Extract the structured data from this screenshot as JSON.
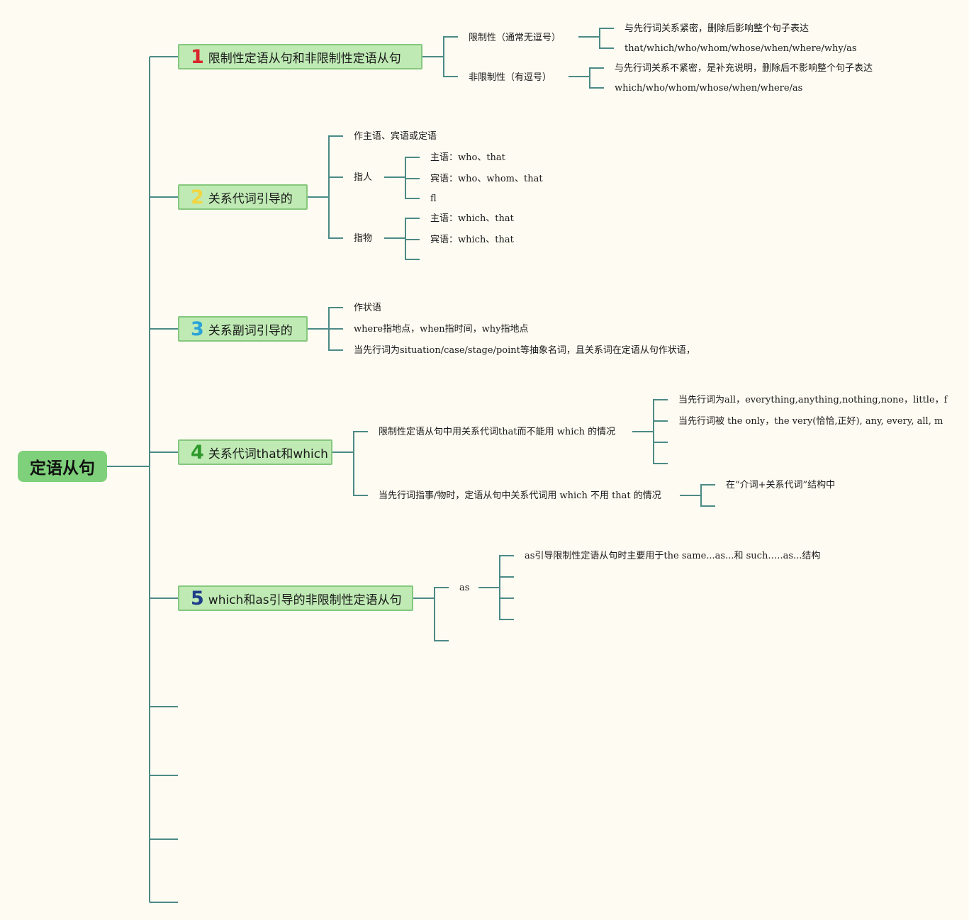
{
  "root": {
    "title": "定语从句"
  },
  "branches": [
    {
      "num": "1",
      "num_color": "#d9262c",
      "label": "限制性定语从句和非限制性定语从句"
    },
    {
      "num": "2",
      "num_color": "#f0d642",
      "label": "关系代词引导的"
    },
    {
      "num": "3",
      "num_color": "#2aa3d8",
      "label": "关系副词引导的"
    },
    {
      "num": "4",
      "num_color": "#2f9a2c",
      "label": "关系代词that和which"
    },
    {
      "num": "5",
      "num_color": "#1d3d8a",
      "label": "which和as引导的非限制性定语从句"
    }
  ],
  "b1": {
    "restrictive": "限制性（通常无逗号）",
    "restrictive_items": [
      "与先行词关系紧密，删除后影响整个句子表达",
      "that/which/who/whom/whose/when/where/why/as"
    ],
    "nonrestrictive": "非限制性（有逗号）",
    "nonrestrictive_items": [
      "与先行词关系不紧密，是补充说明，删除后不影响整个句子表达",
      "which/who/whom/whose/when/where/as"
    ]
  },
  "b2": {
    "role": "作主语、宾语或定语",
    "person": "指人",
    "person_items": [
      "主语：who、that",
      "宾语：who、whom、that",
      "fl"
    ],
    "thing": "指物",
    "thing_items": [
      "主语：which、that",
      "宾语：which、that"
    ]
  },
  "b3": {
    "items": [
      "作状语",
      "where指地点，when指时间，why指地点",
      "当先行词为situation/case/stage/point等抽象名词，且关系词在定语从句作状语，"
    ]
  },
  "b4": {
    "that_case": "限制性定语从句中用关系代词that而不能用 which 的情况",
    "that_items": [
      "当先行词为all，everything,anything,nothing,none，little，f",
      "当先行词被 the only，the very(恰恰,正好), any, every, all, m"
    ],
    "which_case": "当先行词指事/物时，定语从句中关系代词用 which 不用 that 的情况",
    "which_items": [
      "在“介词+关系代词”结构中"
    ]
  },
  "b5": {
    "as": "as",
    "as_items": [
      "as引导限制性定语从句时主要用于the same...as...和 such.….as...结构"
    ]
  }
}
